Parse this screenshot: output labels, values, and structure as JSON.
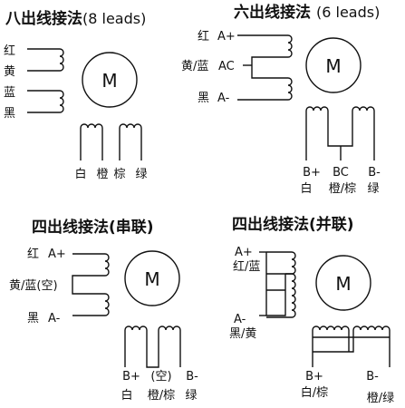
{
  "panels": {
    "eight": {
      "title": "八出线接法",
      "title_extra": "(8 leads)",
      "motor": "M",
      "left_labels": [
        "红",
        "黄",
        "蓝",
        "黑"
      ],
      "bottom_labels": [
        "白",
        "橙",
        "棕",
        "绿"
      ]
    },
    "six": {
      "title": "六出线接法",
      "title_extra": "(6 leads)",
      "motor": "M",
      "left": [
        {
          "color": "红",
          "pin": "A+"
        },
        {
          "color": "黄/蓝",
          "pin": "AC"
        },
        {
          "color": "黑",
          "pin": "A-"
        }
      ],
      "bottom_pins": [
        "B+",
        "BC",
        "B-"
      ],
      "bottom_colors": [
        "白",
        "橙/棕",
        "绿"
      ]
    },
    "four_series": {
      "title": "四出线接法(串联)",
      "motor": "M",
      "left": [
        {
          "color": "红",
          "pin": "A+"
        },
        {
          "color": "黄/蓝(空)",
          "pin": ""
        },
        {
          "color": "黑",
          "pin": "A-"
        }
      ],
      "bottom_pins": [
        "B+",
        "(空)",
        "B-"
      ],
      "bottom_colors": [
        "白",
        "橙/棕",
        "绿"
      ]
    },
    "four_parallel": {
      "title": "四出线接法(并联)",
      "motor": "M",
      "a_plus": "A+",
      "a_plus_color": "红/蓝",
      "a_minus": "A-",
      "a_minus_color": "黑/黄",
      "bottom_pins": [
        "B+",
        "B-"
      ],
      "bottom_colors": [
        "白/棕",
        "橙/绿"
      ]
    }
  }
}
